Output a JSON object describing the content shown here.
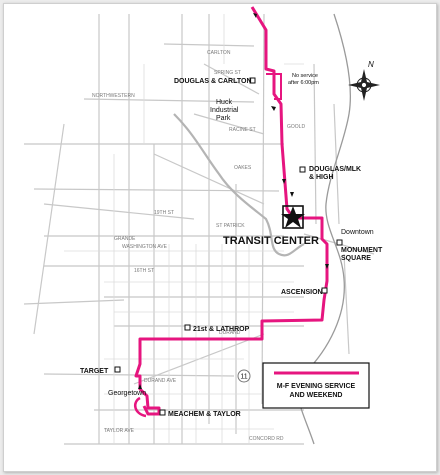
{
  "colors": {
    "route": "#e6157f",
    "streets": "#c8c8c8",
    "water": "#b4b4b4",
    "text": "#111111"
  },
  "stops": {
    "douglas_carlton": "DOUGLAS & CARLTON",
    "douglas_mlk_line1": "DOUGLAS/MLK",
    "douglas_mlk_line2": "& HIGH",
    "transit_center": "TRANSIT CENTER",
    "downtown": "Downtown",
    "monument_line1": "MONUMENT",
    "monument_line2": "SQUARE",
    "ascension": "ASCENSION",
    "lathrop": "21st & LATHROP",
    "target": "TARGET",
    "georgetown": "Georgetown",
    "meachem_taylor": "MEACHEM & TAYLOR"
  },
  "notes": {
    "no_service_line1": "No service",
    "no_service_line2": "after 6:00pm"
  },
  "places": {
    "huck_line1": "Huck",
    "huck_line2": "Industrial",
    "huck_line3": "Park"
  },
  "streets": {
    "s1": "NORTHWESTERN",
    "s2": "GRANDE",
    "s3": "WASHINGTON AVE",
    "s4": "16TH ST",
    "s5": "DURAND AVE",
    "s6": "TAYLOR AVE",
    "s7": "OAKES",
    "s8": "SPRING ST",
    "s9": "GOOLD",
    "s10": "DURAND",
    "s11": "19TH ST",
    "s12": "ST PATRICK",
    "s13": "RACINE ST",
    "s14": "CARLTON",
    "s15": "CONCORD RD"
  },
  "highway": "11",
  "compass": "N",
  "legend": {
    "line1": "M-F EVENING SERVICE",
    "line2": "AND WEEKEND"
  }
}
